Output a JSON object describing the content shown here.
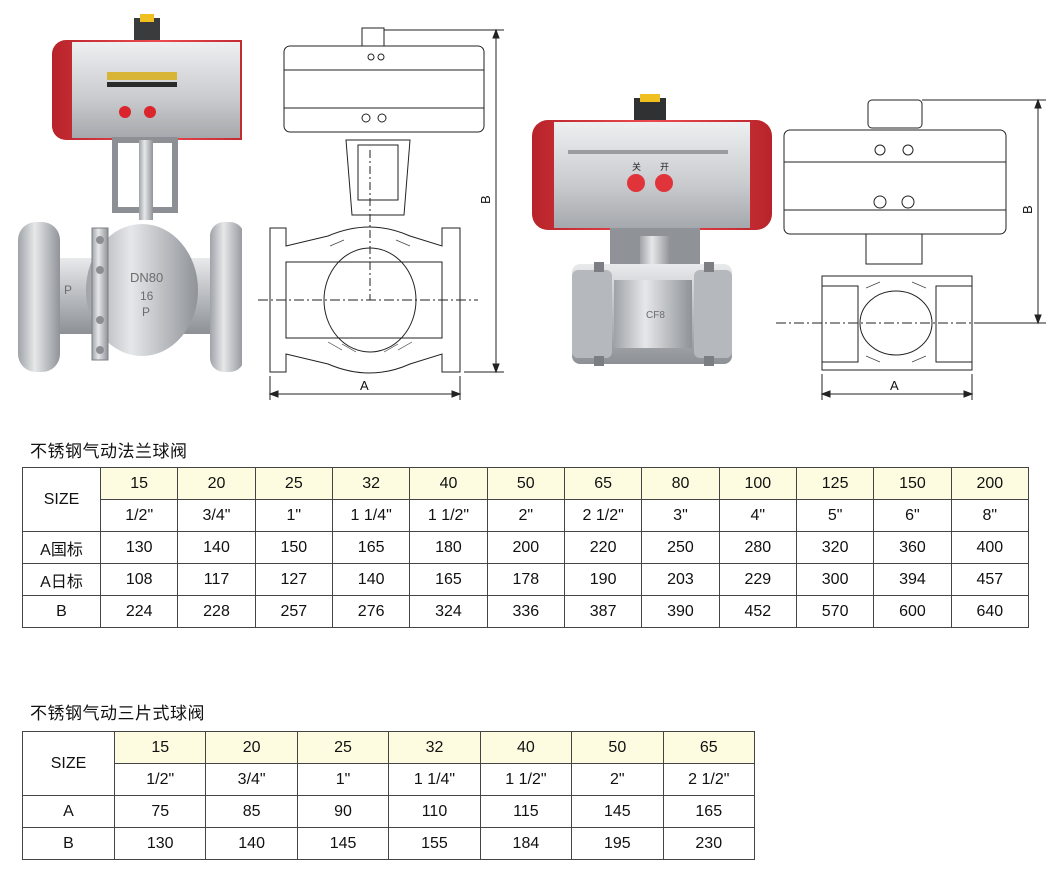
{
  "figures": {
    "photo_flange": {
      "cast_labels": [
        "DN80",
        "16",
        "P",
        "P"
      ]
    },
    "drawing_flange": {
      "dim_a": "A",
      "dim_b": "B"
    },
    "photo_threeway": {
      "button_labels": [
        "关",
        "开"
      ],
      "cast_label": "CF8"
    },
    "drawing_threeway": {
      "dim_a": "A",
      "dim_b": "B"
    }
  },
  "colors": {
    "header_bg": "#fefce0",
    "actuator_red": "#e0343a",
    "actuator_grey": "#c7c9cc"
  },
  "flange_table": {
    "title": "不锈钢气动法兰球阀",
    "size_label": "SIZE",
    "dn": [
      "15",
      "20",
      "25",
      "32",
      "40",
      "50",
      "65",
      "80",
      "100",
      "125",
      "150",
      "200"
    ],
    "inch": [
      "1/2\"",
      "3/4\"",
      "1\"",
      "1 1/4\"",
      "1 1/2\"",
      "2\"",
      "2 1/2\"",
      "3\"",
      "4\"",
      "5\"",
      "6\"",
      "8\""
    ],
    "rows": [
      {
        "label": "A国标",
        "values": [
          "130",
          "140",
          "150",
          "165",
          "180",
          "200",
          "220",
          "250",
          "280",
          "320",
          "360",
          "400"
        ]
      },
      {
        "label": "A日标",
        "values": [
          "108",
          "117",
          "127",
          "140",
          "165",
          "178",
          "190",
          "203",
          "229",
          "300",
          "394",
          "457"
        ]
      },
      {
        "label": "B",
        "values": [
          "224",
          "228",
          "257",
          "276",
          "324",
          "336",
          "387",
          "390",
          "452",
          "570",
          "600",
          "640"
        ]
      }
    ]
  },
  "three_piece_table": {
    "title": "不锈钢气动三片式球阀",
    "size_label": "SIZE",
    "dn": [
      "15",
      "20",
      "25",
      "32",
      "40",
      "50",
      "65"
    ],
    "inch": [
      "1/2\"",
      "3/4\"",
      "1\"",
      "1 1/4\"",
      "1 1/2\"",
      "2\"",
      "2 1/2\""
    ],
    "rows": [
      {
        "label": "A",
        "values": [
          "75",
          "85",
          "90",
          "110",
          "115",
          "145",
          "165"
        ]
      },
      {
        "label": "B",
        "values": [
          "130",
          "140",
          "145",
          "155",
          "184",
          "195",
          "230"
        ]
      }
    ]
  }
}
